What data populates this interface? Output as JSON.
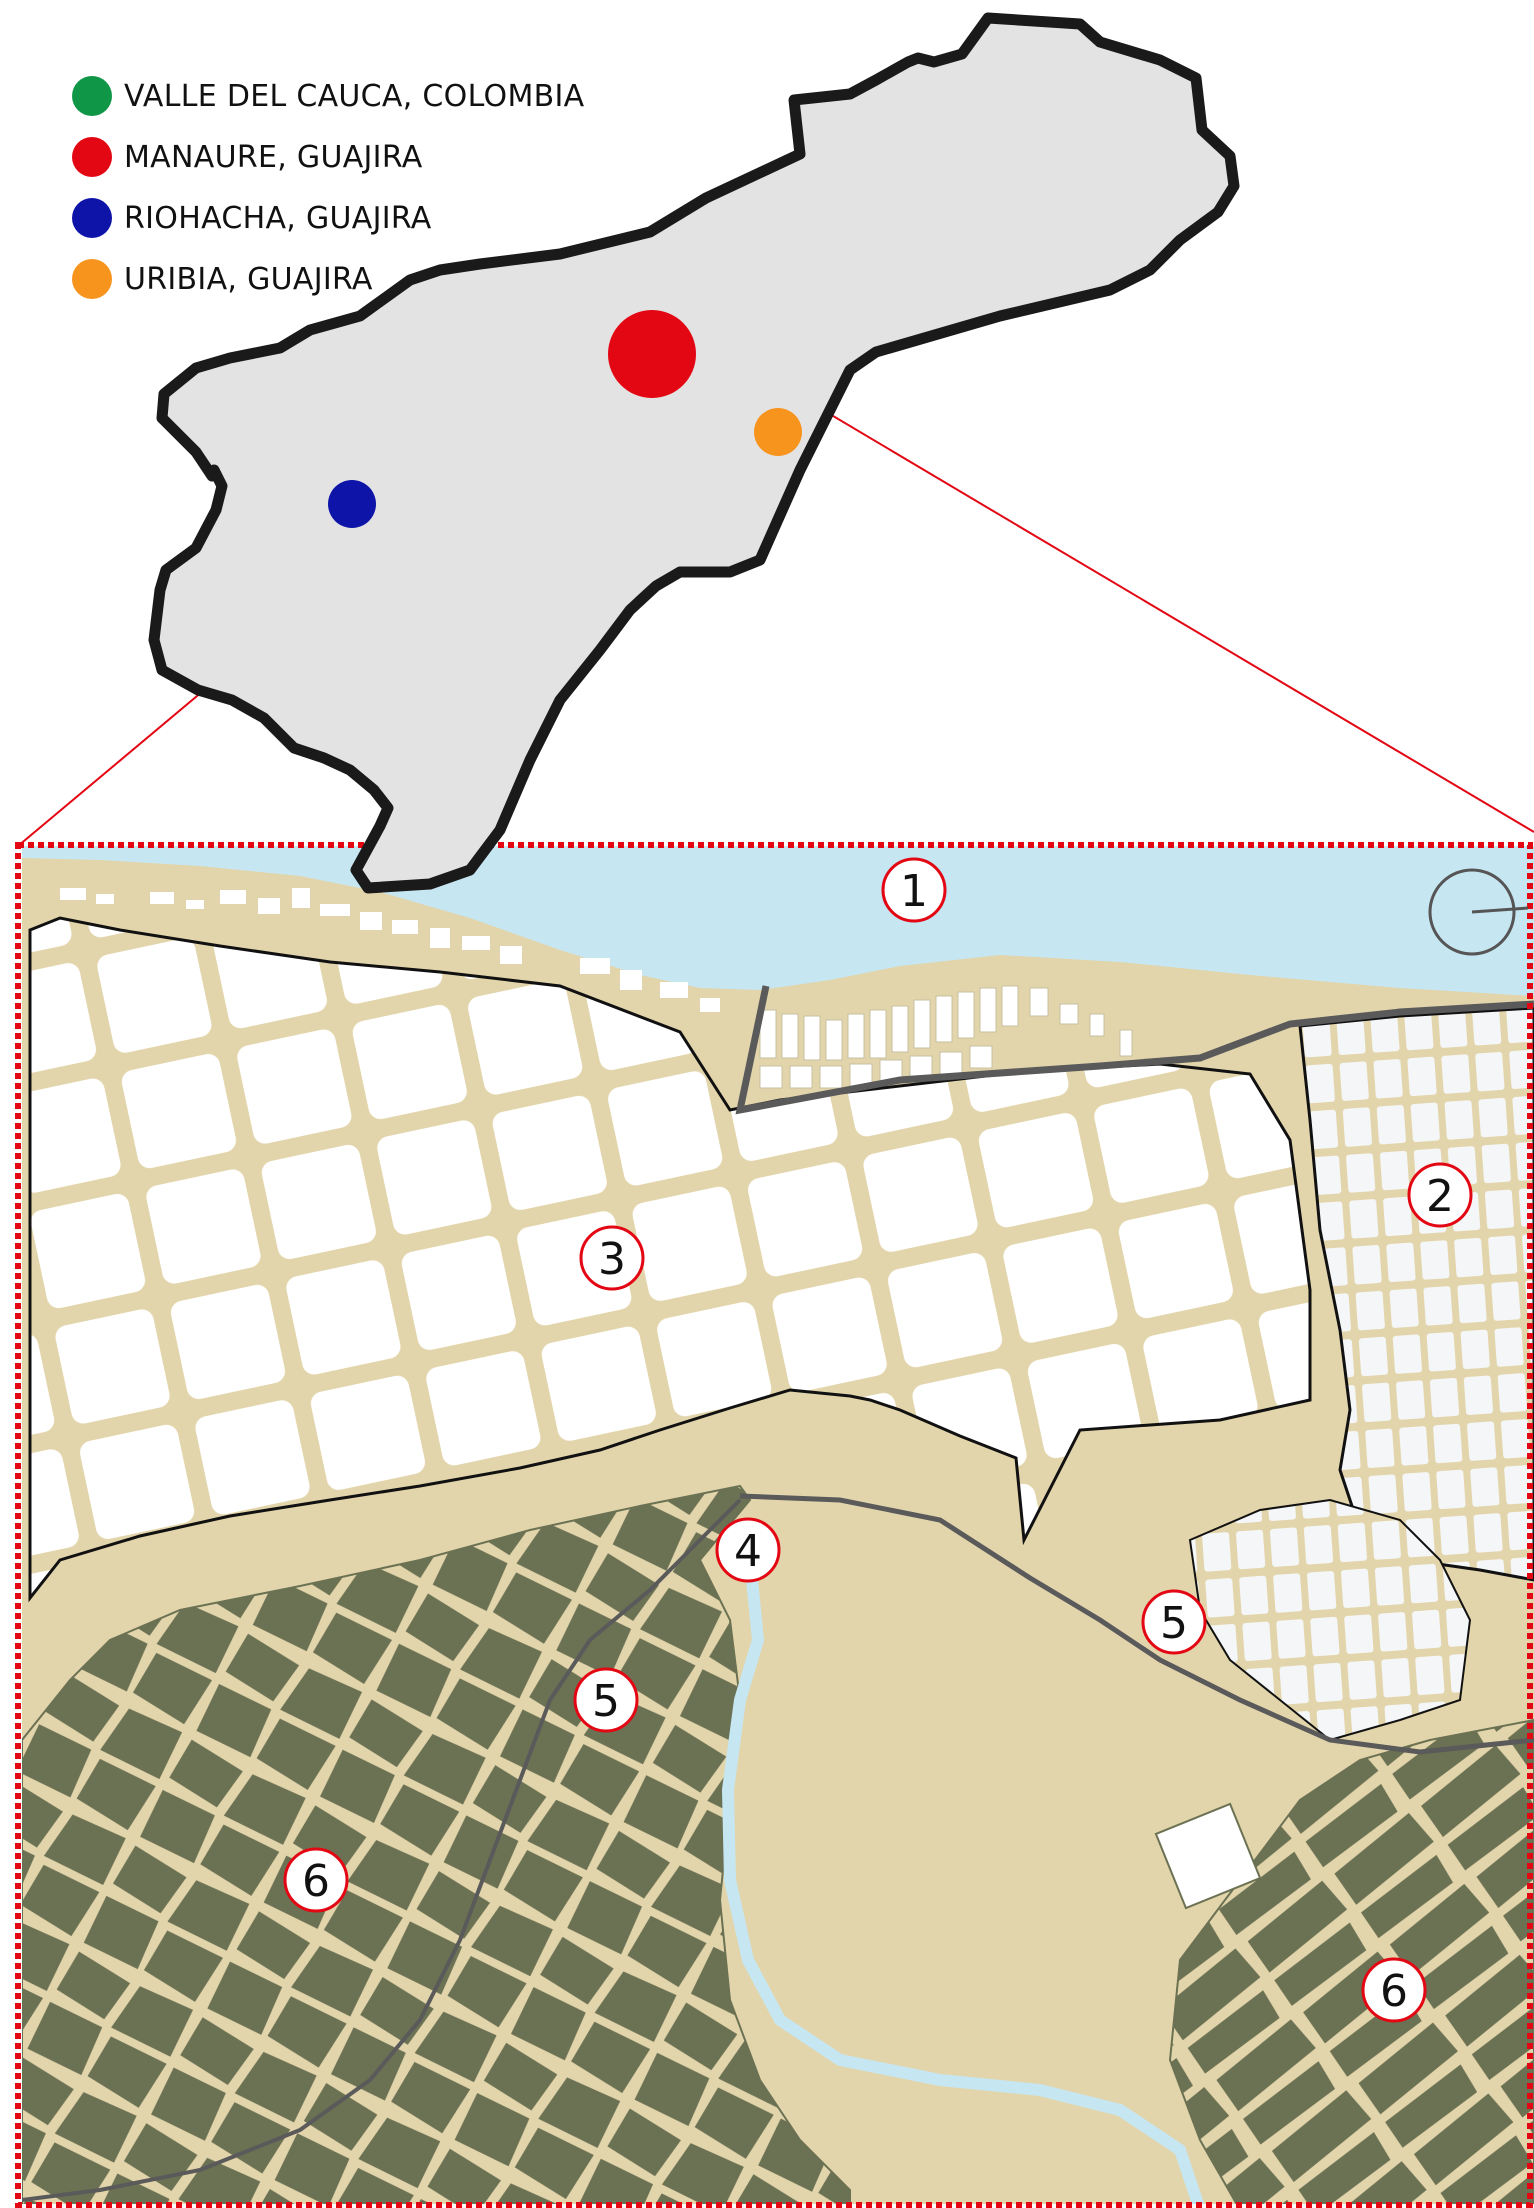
{
  "legend": {
    "items": [
      {
        "label": "VALLE DEL CAUCA, COLOMBIA",
        "color": "#109647"
      },
      {
        "label": "MANAURE, GUAJIRA",
        "color": "#e30613"
      },
      {
        "label": "RIOHACHA, GUAJIRA",
        "color": "#0f14a8"
      },
      {
        "label": "URIBIA, GUAJIRA",
        "color": "#f7941d"
      }
    ]
  },
  "colors": {
    "region_fill": "#e3e3e3",
    "sea": "#c6e6f2",
    "sand": "#e3d5ab",
    "salt_pond": "#ffffff",
    "vegetation": "#6b7153",
    "road": "#5a5a5a",
    "frame": "#e30613"
  },
  "zones": [
    {
      "number": "1"
    },
    {
      "number": "2"
    },
    {
      "number": "3"
    },
    {
      "number": "4"
    },
    {
      "number": "5"
    },
    {
      "number": "5"
    },
    {
      "number": "6"
    },
    {
      "number": "6"
    }
  ],
  "compass": {
    "icon": "north-arrow-icon"
  }
}
